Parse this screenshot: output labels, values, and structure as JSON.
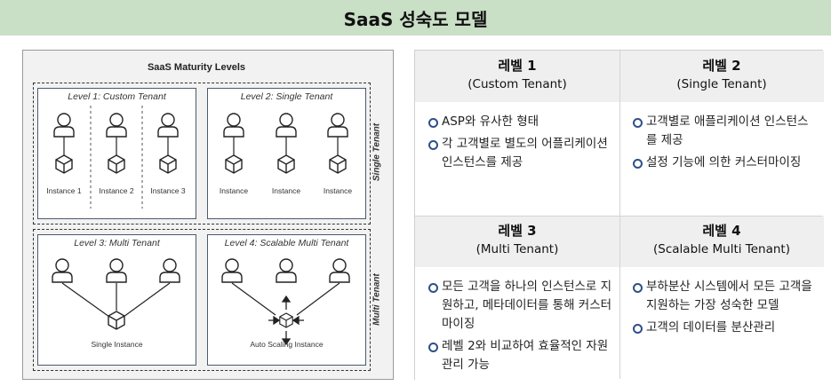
{
  "page": {
    "title": "SaaS 성숙도 모델"
  },
  "diagram": {
    "title": "SaaS Maturity Levels",
    "side_labels": {
      "top_group": "Single Tenant",
      "bottom_group": "Multi Tenant"
    },
    "panels": [
      {
        "title": "Level 1: Custom Tenant",
        "instances": [
          "Instance 1",
          "Instance 2",
          "Instance 3"
        ]
      },
      {
        "title": "Level 2: Single Tenant",
        "instances": [
          "Instance",
          "Instance",
          "Instance"
        ]
      },
      {
        "title": "Level 3: Multi Tenant",
        "instances": [
          "Single Instance"
        ]
      },
      {
        "title": "Level 4: Scalable Multi Tenant",
        "instances": [
          "Auto Scaling Instance"
        ]
      }
    ],
    "icons": [
      "user-icon",
      "cube-icon",
      "arrow-icon"
    ]
  },
  "levels": [
    {
      "name": "레벨 1",
      "subtitle": "(Custom Tenant)",
      "bullets": [
        "ASP와 유사한 형태",
        "각 고객별로 별도의 어플리케이션 인스턴스를 제공"
      ]
    },
    {
      "name": "레벨 2",
      "subtitle": "(Single Tenant)",
      "bullets": [
        "고객별로 애플리케이션 인스턴스를 제공",
        "설정 기능에 의한 커스터마이징"
      ]
    },
    {
      "name": "레벨 3",
      "subtitle": "(Multi Tenant)",
      "bullets": [
        "모든 고객을 하나의 인스턴스로 지원하고, 메타데이터를 통해 커스터마이징",
        "레벨 2와 비교하여 효율적인 자원관리 가능"
      ]
    },
    {
      "name": "레벨 4",
      "subtitle": "(Scalable Multi Tenant)",
      "bullets": [
        "부하분산 시스템에서 모든 고객을 지원하는 가장 성숙한 모델",
        "고객의 데이터를 분산관리"
      ]
    }
  ],
  "colors": {
    "title_bg": "#c9dfc6",
    "bullet": "#2f4f8a",
    "panel_border": "#4a5a6e"
  }
}
